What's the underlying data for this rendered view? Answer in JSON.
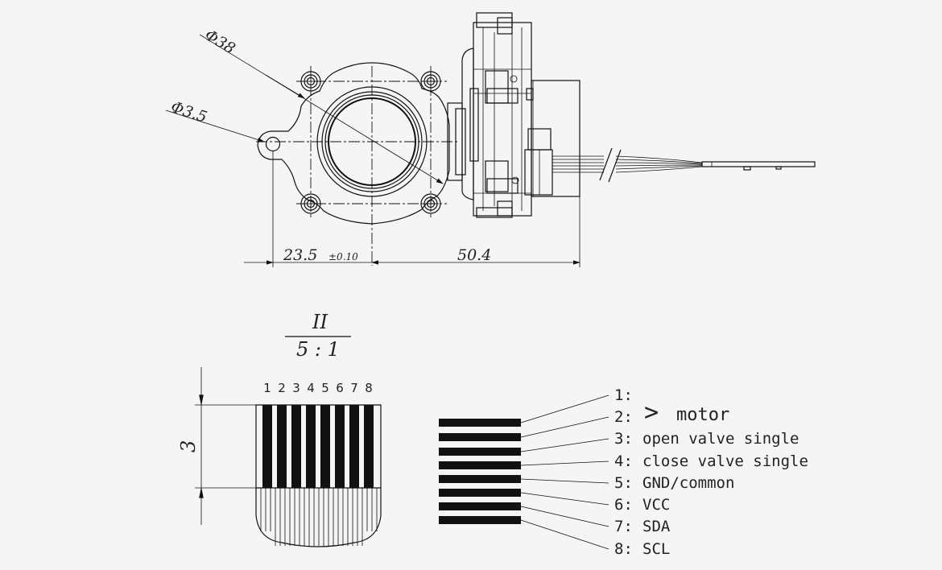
{
  "dimensions": {
    "diameter_large": "Φ38",
    "diameter_small": "Φ3.5",
    "left_length": "23.5",
    "left_tolerance": "±0.10",
    "right_length": "50.4",
    "connector_height": "3"
  },
  "detail_view": {
    "name": "II",
    "scale": "5 : 1"
  },
  "pin_numbers": [
    "1",
    "2",
    "3",
    "4",
    "5",
    "6",
    "7",
    "8"
  ],
  "pin_legend": [
    {
      "num": "1:",
      "label": ""
    },
    {
      "num": "2:",
      "label": ""
    },
    {
      "num": "3:",
      "label": "open valve single"
    },
    {
      "num": "4:",
      "label": "close valve single"
    },
    {
      "num": "5:",
      "label": "GND/common"
    },
    {
      "num": "6:",
      "label": "VCC"
    },
    {
      "num": "7:",
      "label": "SDA"
    },
    {
      "num": "8:",
      "label": "SCL"
    }
  ],
  "motor_group": {
    "symbol": ">",
    "label": "motor"
  }
}
